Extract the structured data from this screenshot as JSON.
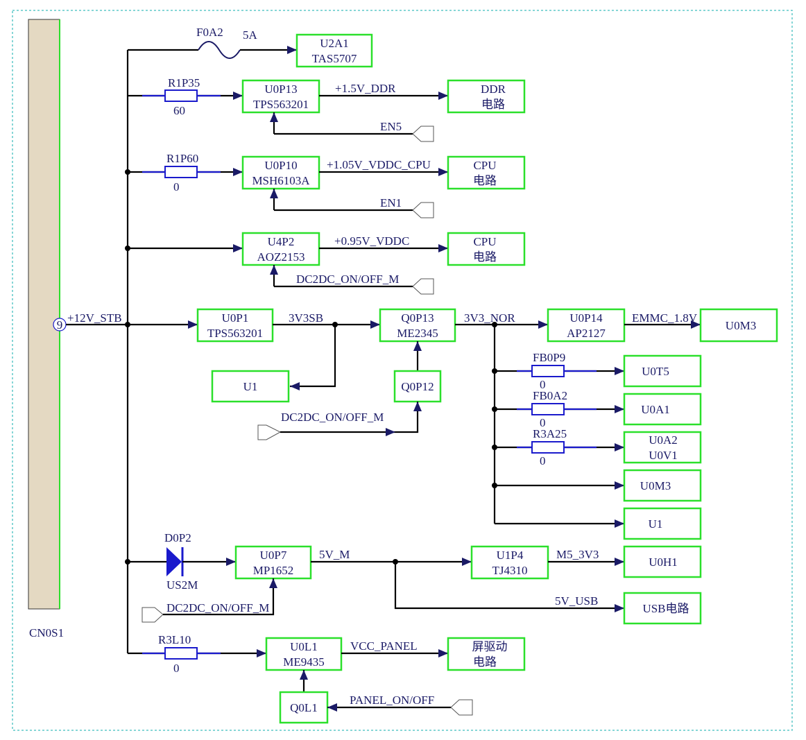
{
  "colors": {
    "box_border": "#2be02b",
    "wire": "#000000",
    "text": "#1a1a66",
    "resistor": "#1a1acc",
    "connector_fill": "#e4d9c2",
    "frame": "#5fc8c8"
  },
  "connector": {
    "name": "CN0S1",
    "pin": "9",
    "net": "+12V_STB"
  },
  "branches": {
    "fuse": {
      "ref": "F0A2",
      "rating": "5A",
      "target": "U2A1",
      "target_part": "TAS5707"
    },
    "ddr": {
      "res_ref": "R1P35",
      "res_val": "60",
      "ic_ref": "U0P13",
      "ic_part": "TPS563201",
      "net": "+1.5V_DDR",
      "dest_l1": "DDR",
      "dest_l2": "电路",
      "enable": "EN5"
    },
    "cpu1": {
      "res_ref": "R1P60",
      "res_val": "0",
      "ic_ref": "U0P10",
      "ic_part": "MSH6103A",
      "net": "+1.05V_VDDC_CPU",
      "dest_l1": "CPU",
      "dest_l2": "电路",
      "enable": "EN1"
    },
    "cpu2": {
      "ic_ref": "U4P2",
      "ic_part": "AOZ2153",
      "net": "+0.95V_VDDC",
      "dest_l1": "CPU",
      "dest_l2": "电路",
      "enable": "DC2DC_ON/OFF_M"
    },
    "stb": {
      "ic_ref": "U0P1",
      "ic_part": "TPS563201",
      "net": "3V3SB",
      "u1": "U1",
      "sw_ref": "Q0P13",
      "sw_part": "ME2345",
      "ctrl_ref": "Q0P12",
      "ctrl_net": "DC2DC_ON/OFF_M",
      "out_net": "3V3_NOR",
      "ldo_ref": "U0P14",
      "ldo_part": "AP2127",
      "emmc_net": "EMMC_1.8V",
      "emmc_dest": "U0M3"
    },
    "nor_loads": [
      {
        "res_ref": "FB0P9",
        "res_val": "0",
        "dest_l1": "U0T5",
        "dest_l2": ""
      },
      {
        "res_ref": "FB0A2",
        "res_val": "0",
        "dest_l1": "U0A1",
        "dest_l2": ""
      },
      {
        "res_ref": "R3A25",
        "res_val": "0",
        "dest_l1": "U0A2",
        "dest_l2": "U0V1"
      },
      {
        "res_ref": "",
        "res_val": "",
        "dest_l1": "U0M3",
        "dest_l2": ""
      },
      {
        "res_ref": "",
        "res_val": "",
        "dest_l1": "U1",
        "dest_l2": ""
      }
    ],
    "fivev": {
      "diode_ref": "D0P2",
      "diode_part": "US2M",
      "ic_ref": "U0P7",
      "ic_part": "MP1652",
      "net": "5V_M",
      "enable": "DC2DC_ON/OFF_M",
      "ldo_ref": "U1P4",
      "ldo_part": "TJ4310",
      "out_net": "M5_3V3",
      "dest": "U0H1",
      "usb_net": "5V_USB",
      "usb_dest": "USB电路"
    },
    "panel": {
      "res_ref": "R3L10",
      "res_val": "0",
      "ic_ref": "U0L1",
      "ic_part": "ME9435",
      "net": "VCC_PANEL",
      "dest_l1": "屏驱动",
      "dest_l2": "电路",
      "ctrl_ref": "Q0L1",
      "ctrl_net": "PANEL_ON/OFF"
    }
  }
}
